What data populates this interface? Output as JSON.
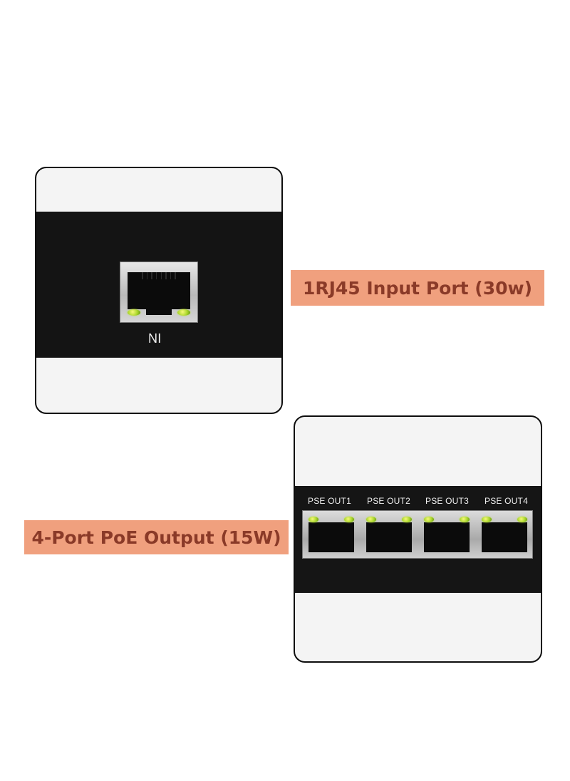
{
  "input_panel": {
    "port_label": "NI",
    "callout": "1RJ45 Input Port (30w)"
  },
  "output_panel": {
    "port_labels": [
      "PSE OUT1",
      "PSE OUT2",
      "PSE OUT3",
      "PSE OUT4"
    ],
    "callout": "4-Port PoE Output (15W)"
  },
  "colors": {
    "callout_background": "#f0a07e",
    "callout_text": "#8a3a28",
    "device_body": "#141414",
    "led": "#a9d62a"
  },
  "icons": [
    "rj45-port-icon",
    "link-led-icon"
  ]
}
